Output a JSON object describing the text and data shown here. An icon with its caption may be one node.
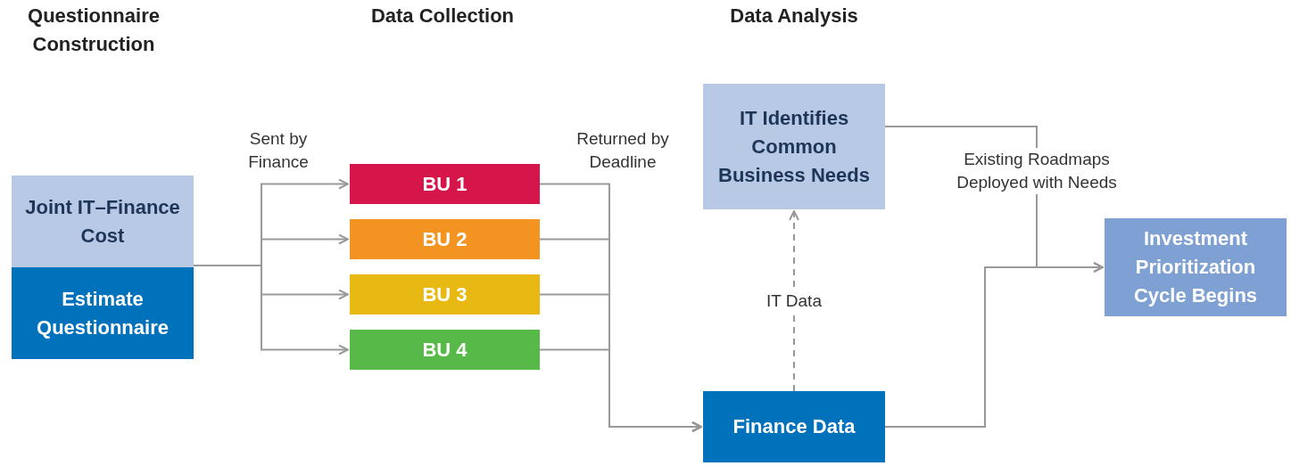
{
  "diagram": {
    "nodes": [
      {
        "text": [
          "Joint IT–Finance Cost",
          "Estimate Questionnaire"
        ]
      },
      {
        "text": [
          "BU 1"
        ]
      },
      {
        "text": [
          "BU 2"
        ]
      },
      {
        "text": [
          "BU 3"
        ]
      },
      {
        "text": [
          "BU 4"
        ]
      },
      {
        "text": [
          "IT Identifies Common Business Needs"
        ]
      },
      {
        "text": [
          "Finance Data"
        ]
      },
      {
        "text": [
          "Investment Prioritization Cycle Begins"
        ]
      }
    ],
    "edges": [
      {
        "from": 0,
        "to": 1,
        "arrow": "to",
        "label": "Sent by Finance"
      },
      {
        "from": 0,
        "to": 2,
        "arrow": "to"
      },
      {
        "from": 0,
        "to": 3,
        "arrow": "to"
      },
      {
        "from": 0,
        "to": 4,
        "arrow": "to"
      },
      {
        "from": 1,
        "to": 6,
        "arrow": "to",
        "label": "Returned by Deadline"
      },
      {
        "from": 2,
        "to": 6,
        "arrow": "to"
      },
      {
        "from": 3,
        "to": 6,
        "arrow": "to"
      },
      {
        "from": 4,
        "to": 6,
        "arrow": "to"
      },
      {
        "from": 6,
        "to": 5,
        "arrow": "to",
        "label": "IT Data",
        "style": "dashed"
      },
      {
        "from": 5,
        "to": 7,
        "arrow": "to",
        "label": "Existing Roadmaps Deployed with Needs"
      },
      {
        "from": 6,
        "to": 7,
        "arrow": "to"
      }
    ],
    "labels": [
      "Questionnaire Construction",
      "Data Collection",
      "Data Analysis"
    ]
  }
}
